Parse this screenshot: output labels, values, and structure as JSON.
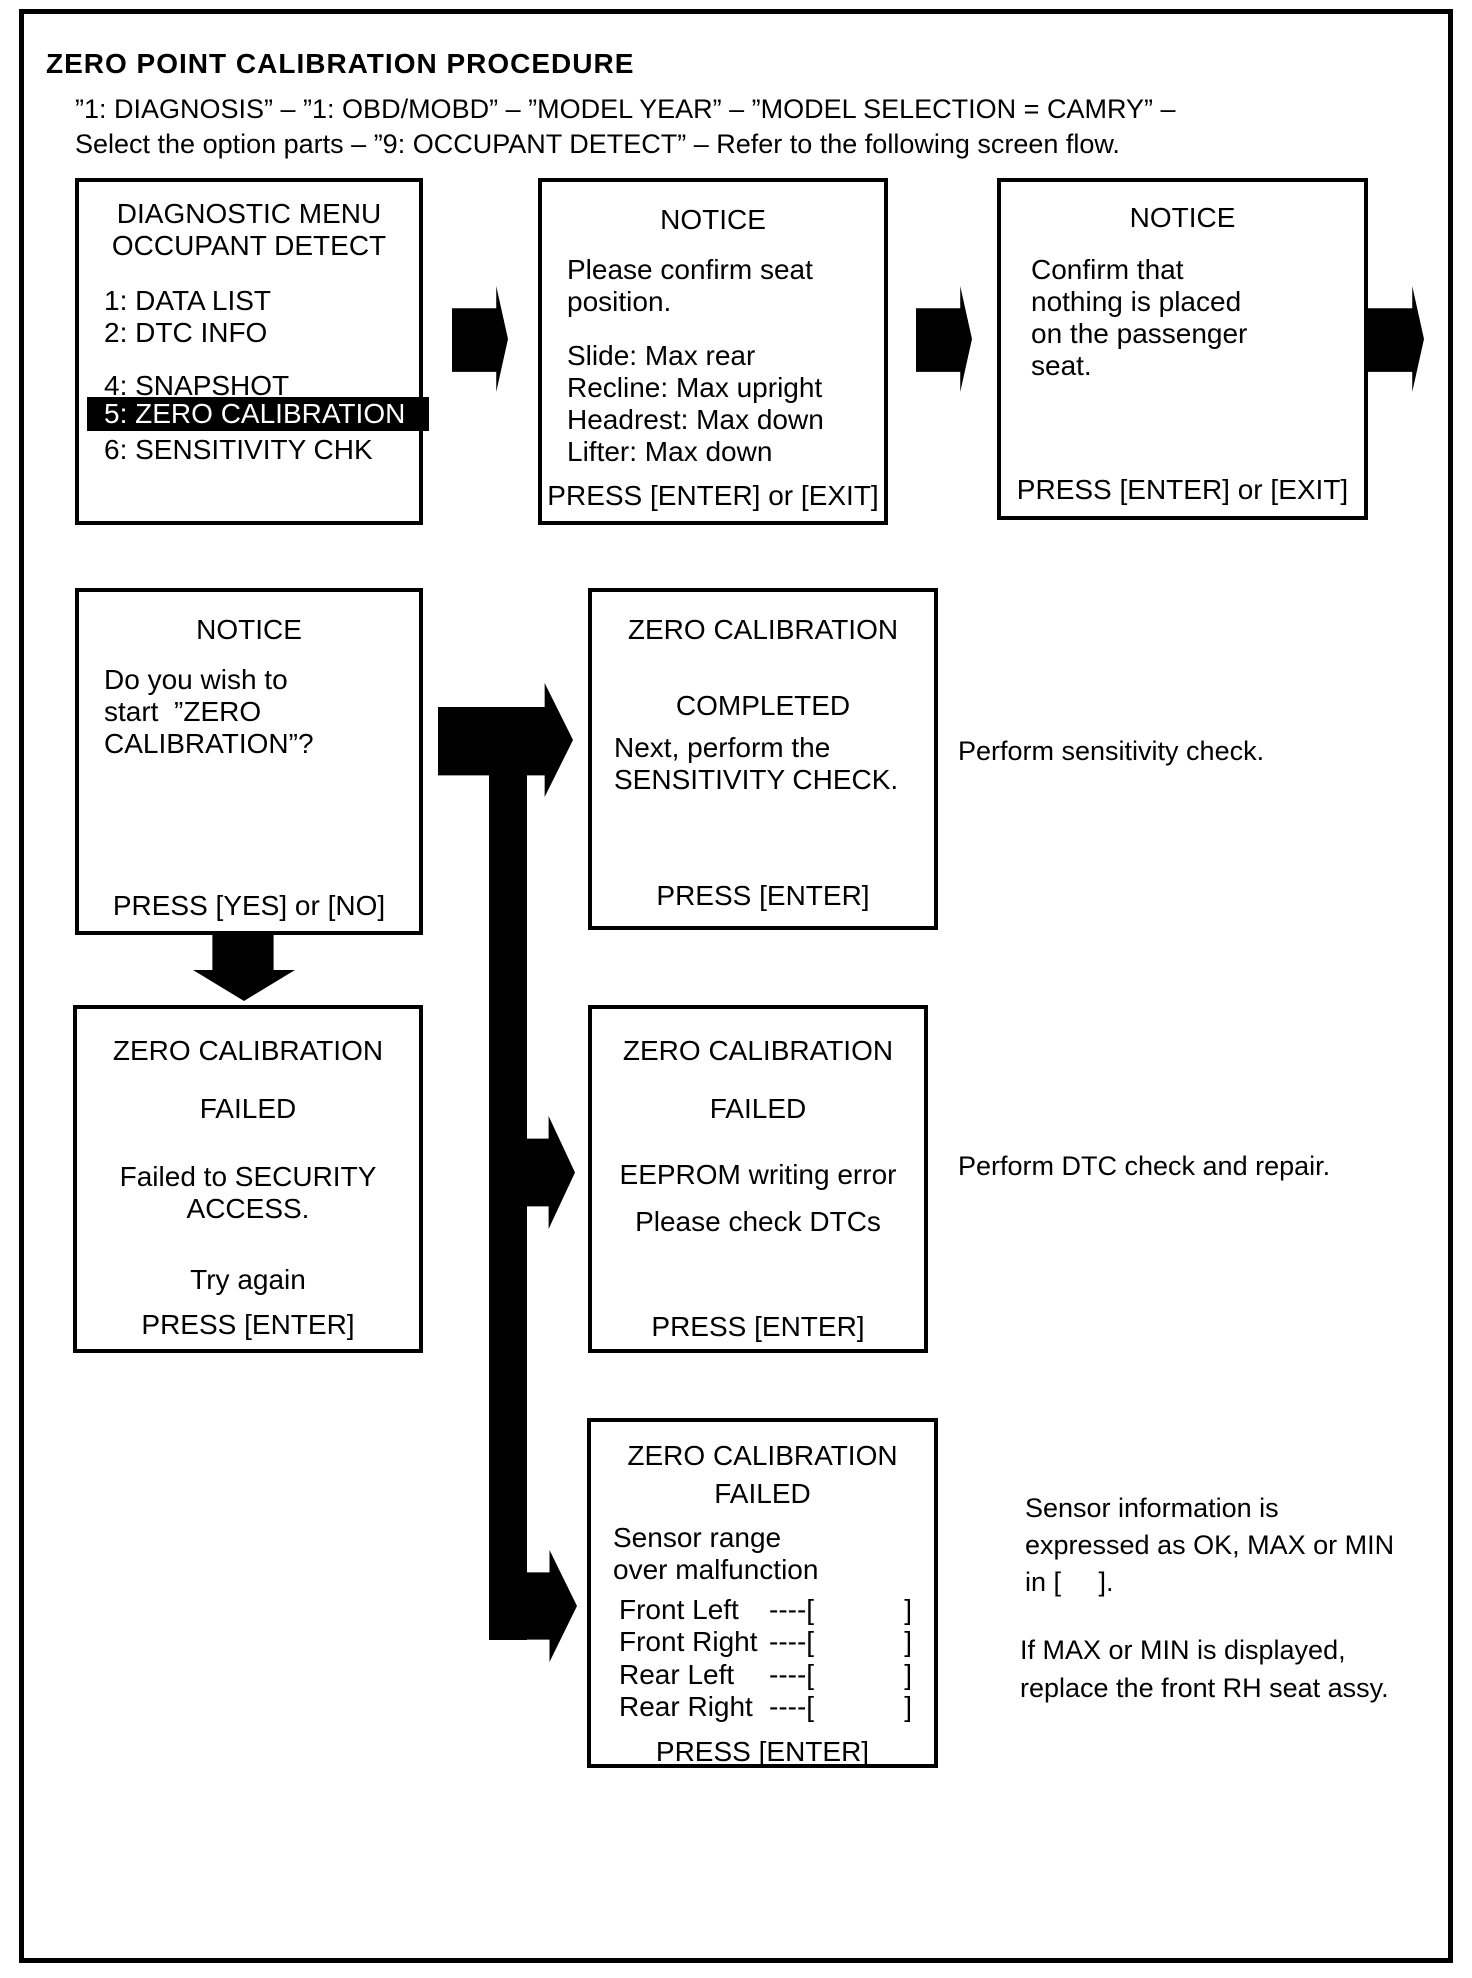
{
  "colors": {
    "ink": "#000000",
    "paper": "#ffffff"
  },
  "header": {
    "title": "ZERO POINT CALIBRATION PROCEDURE",
    "path_line1": "”1: DIAGNOSIS” – ”1: OBD/MOBD” – ”MODEL YEAR” – ”MODEL SELECTION = CAMRY” –",
    "path_line2": "Select the option parts – ”9: OCCUPANT DETECT” – Refer to the following screen flow."
  },
  "boxes": {
    "diagnostic_menu": {
      "title_line1": "DIAGNOSTIC MENU",
      "title_line2": "OCCUPANT DETECT",
      "items": [
        {
          "label": "1: DATA LIST",
          "highlighted": false
        },
        {
          "label": "2: DTC INFO",
          "highlighted": false
        },
        {
          "label": "4: SNAPSHOT",
          "highlighted": false
        },
        {
          "label": "5: ZERO CALIBRATION",
          "highlighted": true
        },
        {
          "label": "6: SENSITIVITY CHK",
          "highlighted": false
        }
      ]
    },
    "notice_seat_position": {
      "title": "NOTICE",
      "body_line1": "Please confirm seat",
      "body_line2": "position.",
      "items": [
        "Slide: Max rear",
        "Recline: Max upright",
        "Headrest: Max down",
        "Lifter: Max down"
      ],
      "footer": "PRESS [ENTER] or [EXIT]"
    },
    "notice_passenger_seat": {
      "title": "NOTICE",
      "body": [
        "Confirm that",
        "nothing is placed",
        "on the passenger",
        "seat."
      ],
      "footer": "PRESS [ENTER] or [EXIT]"
    },
    "notice_start": {
      "title": "NOTICE",
      "body": [
        "Do you wish to",
        "start  ”ZERO",
        "CALIBRATION”?"
      ],
      "footer": "PRESS [YES] or [NO]"
    },
    "completed": {
      "title": "ZERO CALIBRATION",
      "status": "COMPLETED",
      "body_line1": "Next, perform the",
      "body_line2": "SENSITIVITY CHECK.",
      "footer": "PRESS [ENTER]"
    },
    "failed_security": {
      "title": "ZERO CALIBRATION",
      "status": "FAILED",
      "body_line1": "Failed to SECURITY",
      "body_line2": "ACCESS.",
      "note": "Try again",
      "footer": "PRESS [ENTER]"
    },
    "failed_eeprom": {
      "title": "ZERO CALIBRATION",
      "status": "FAILED",
      "body_line1": "EEPROM writing error",
      "body_line2": "Please check DTCs",
      "footer": "PRESS [ENTER]"
    },
    "failed_sensor": {
      "title": "ZERO CALIBRATION",
      "status": "FAILED",
      "body_line1": "Sensor range",
      "body_line2": "over malfunction",
      "rows": [
        {
          "label": "Front Left",
          "dash": "----[",
          "bracket": "]"
        },
        {
          "label": "Front Right",
          "dash": "----[",
          "bracket": "]"
        },
        {
          "label": "Rear Left",
          "dash": "----[",
          "bracket": "]"
        },
        {
          "label": "Rear Right",
          "dash": "----[",
          "bracket": "]"
        }
      ],
      "footer": "PRESS [ENTER]"
    }
  },
  "annotations": {
    "sensitivity": "Perform sensitivity check.",
    "dtc": "Perform DTC check and repair.",
    "sensor_info_line1": "Sensor information is",
    "sensor_info_line2": "expressed as OK, MAX or MIN",
    "sensor_info_line3": "in [     ].",
    "replace_line1": "If MAX or MIN is displayed,",
    "replace_line2": "replace the front RH seat assy."
  }
}
